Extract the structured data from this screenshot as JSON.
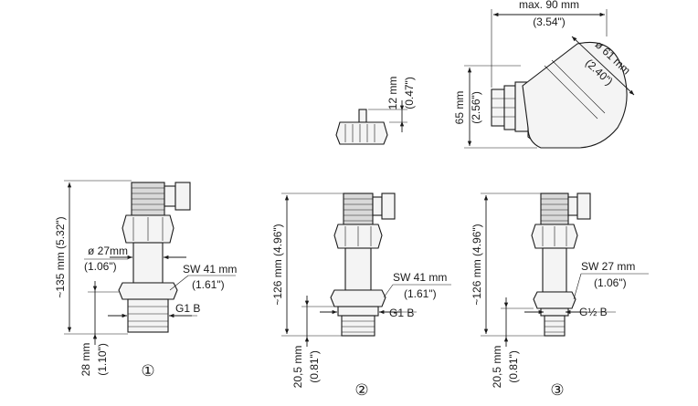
{
  "housing": {
    "width_label": "max. 90 mm",
    "width_label_in": "(3.54\")",
    "height_label": "65 mm",
    "height_label_in": "(2.56\")",
    "diameter_label": "ø 61 mm",
    "diameter_label_in": "(2.40\")"
  },
  "connector": {
    "height_label": "12 mm",
    "height_label_in": "(0.47\")"
  },
  "variants": [
    {
      "number": "①",
      "height_label": "~135 mm (5.32\")",
      "diameter_label": "ø 27mm",
      "diameter_label_in": "(1.06\")",
      "wrench_label": "SW 41 mm",
      "wrench_label_in": "(1.61\")",
      "thread_label": "G1 B",
      "thread_length_label": "28 mm",
      "thread_length_label_in": "(1.10\")"
    },
    {
      "number": "②",
      "height_label": "~126 mm (4.96\")",
      "wrench_label": "SW 41 mm",
      "wrench_label_in": "(1.61\")",
      "thread_label": "G1 B",
      "thread_length_label": "20,5 mm",
      "thread_length_label_in": "(0.81\")"
    },
    {
      "number": "③",
      "height_label": "~126 mm (4.96\")",
      "wrench_label": "SW 27 mm",
      "wrench_label_in": "(1.06\")",
      "thread_label": "G½ B",
      "thread_length_label": "20,5 mm",
      "thread_length_label_in": "(0.81\")"
    }
  ]
}
